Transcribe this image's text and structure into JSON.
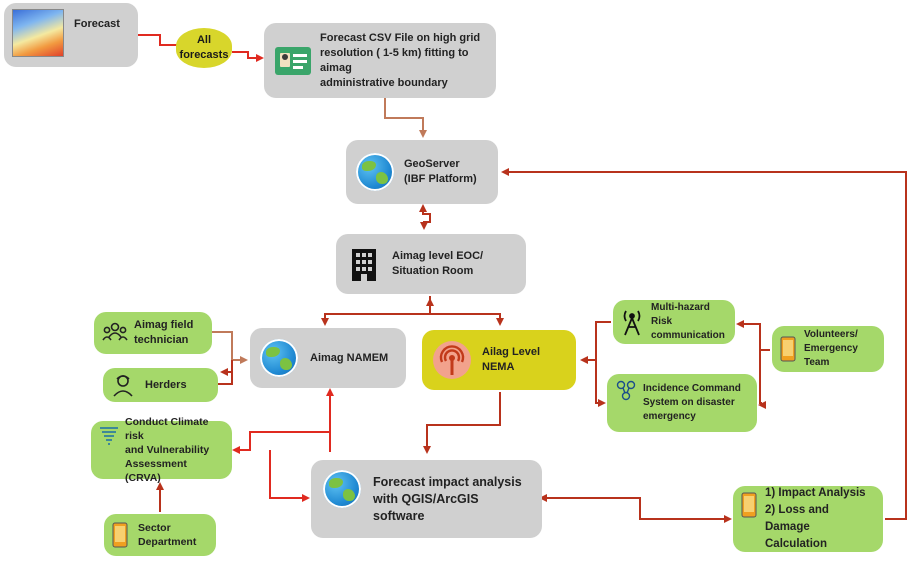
{
  "nodes": {
    "forecast": "Forecast",
    "all_forecasts": "All\nforecasts",
    "csv": "Forecast CSV File on high grid\nresolution ( 1-5 km) fitting to aimag\nadministrative boundary",
    "geoserver": "GeoServer\n(IBF Platform)",
    "eoc": "Aimag level EOC/\nSituation Room",
    "field_tech": "Aimag field\ntechnician",
    "herders": "Herders",
    "namem": "Aimag NAMEM",
    "nema": "Ailag Level\nNEMA",
    "mhrisk": "Multi-hazard Risk\ncommunication",
    "ics": "Incidence Command\nSystem on disaster\nemergency",
    "volunteers": "Volunteers/\nEmergency Team",
    "crva": "Conduct Climate risk\nand Vulnerability\nAssessment (CRVA)",
    "impact": "Forecast impact analysis\nwith QGIS/ArcGIS\nsoftware",
    "loss": "1) Impact Analysis\n2) Loss and Damage\nCalculation",
    "sector": "Sector\nDepartment"
  },
  "colors": {
    "gray": "#d0d0d0",
    "green": "#a5d86a",
    "yellow": "#d9d21c",
    "red_arrow": "#d42a1f",
    "brown_arrow": "#c07a5a",
    "dark_red": "#b33a1c"
  }
}
